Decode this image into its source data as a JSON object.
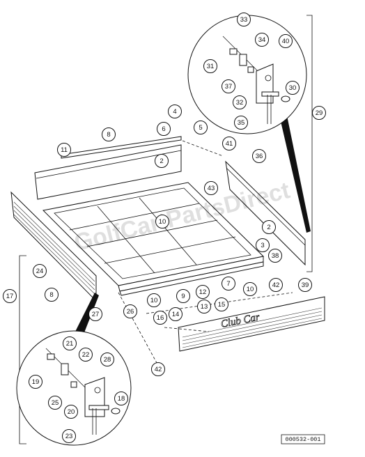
{
  "figure_number": "000532-001",
  "watermark": "GolfCartPartsDirect",
  "logo_text": "Club Car",
  "callouts": [
    "2",
    "2",
    "3",
    "4",
    "5",
    "6",
    "7",
    "8",
    "8",
    "9",
    "10",
    "10",
    "10",
    "11",
    "12",
    "13",
    "14",
    "15",
    "16",
    "17",
    "18",
    "19",
    "20",
    "21",
    "22",
    "23",
    "24",
    "25",
    "26",
    "27",
    "28",
    "29",
    "30",
    "31",
    "32",
    "33",
    "34",
    "35",
    "36",
    "37",
    "38",
    "39",
    "40",
    "41",
    "42",
    "42",
    "43"
  ]
}
